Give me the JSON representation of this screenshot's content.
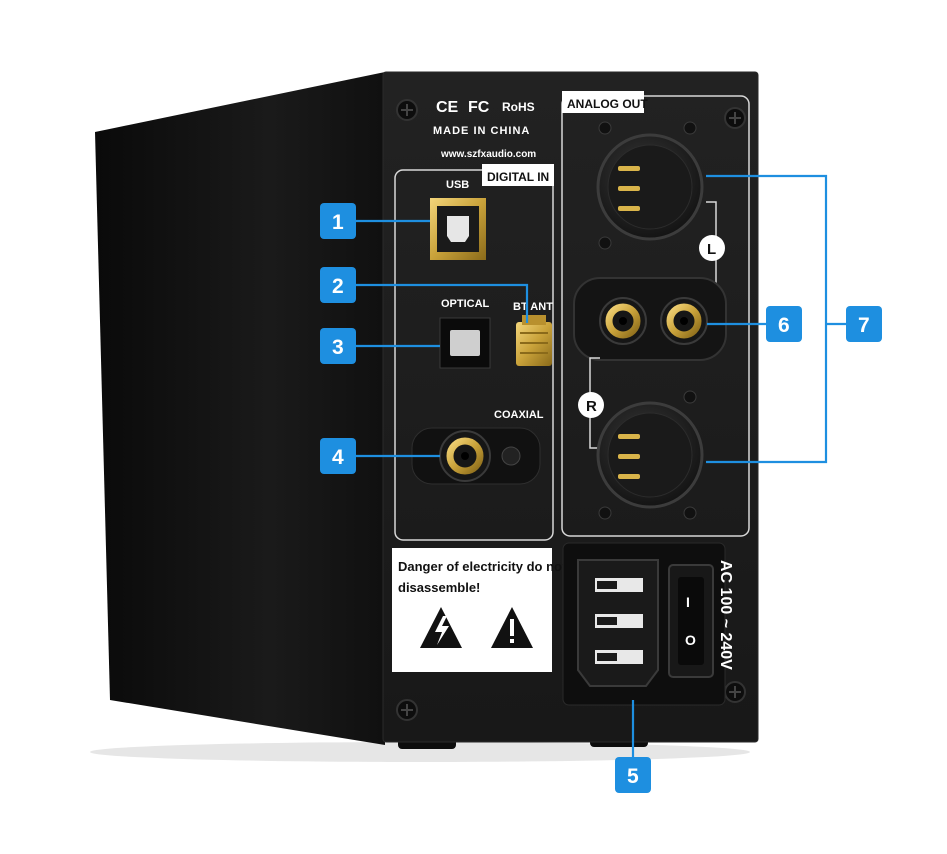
{
  "cert_marks": {
    "ce": "CE",
    "fc": "FC",
    "rohs": "RoHS"
  },
  "made_in": "MADE IN CHINA",
  "website": "www.szfxaudio.com",
  "digital_in": {
    "usb": "USB",
    "title": "DIGITAL IN",
    "optical": "OPTICAL",
    "bt_ant": "BT ANT",
    "coaxial": "COAXIAL"
  },
  "analog_out": {
    "title": "ANALOG OUT",
    "left": "L",
    "right": "R"
  },
  "warning": {
    "line1": "Danger of electricity do not",
    "line2": "disassemble!"
  },
  "power": {
    "voltage": "AC 100 ~ 240V",
    "switch_on": "I",
    "switch_off": "O"
  },
  "callouts": {
    "c1": "1",
    "c2": "2",
    "c3": "3",
    "c4": "4",
    "c5": "5",
    "c6": "6",
    "c7": "7"
  },
  "colors": {
    "accent": "#1e8fe0",
    "body": "#151515",
    "panel": "#1d1d1d",
    "gold": "#c9a23a"
  },
  "icons": [
    "screw-icon",
    "usb-b-port-icon",
    "xlr-connector-icon",
    "rca-jack-icon",
    "electric-hazard-icon",
    "warning-icon",
    "iec-power-inlet-icon",
    "rocker-switch-icon"
  ]
}
